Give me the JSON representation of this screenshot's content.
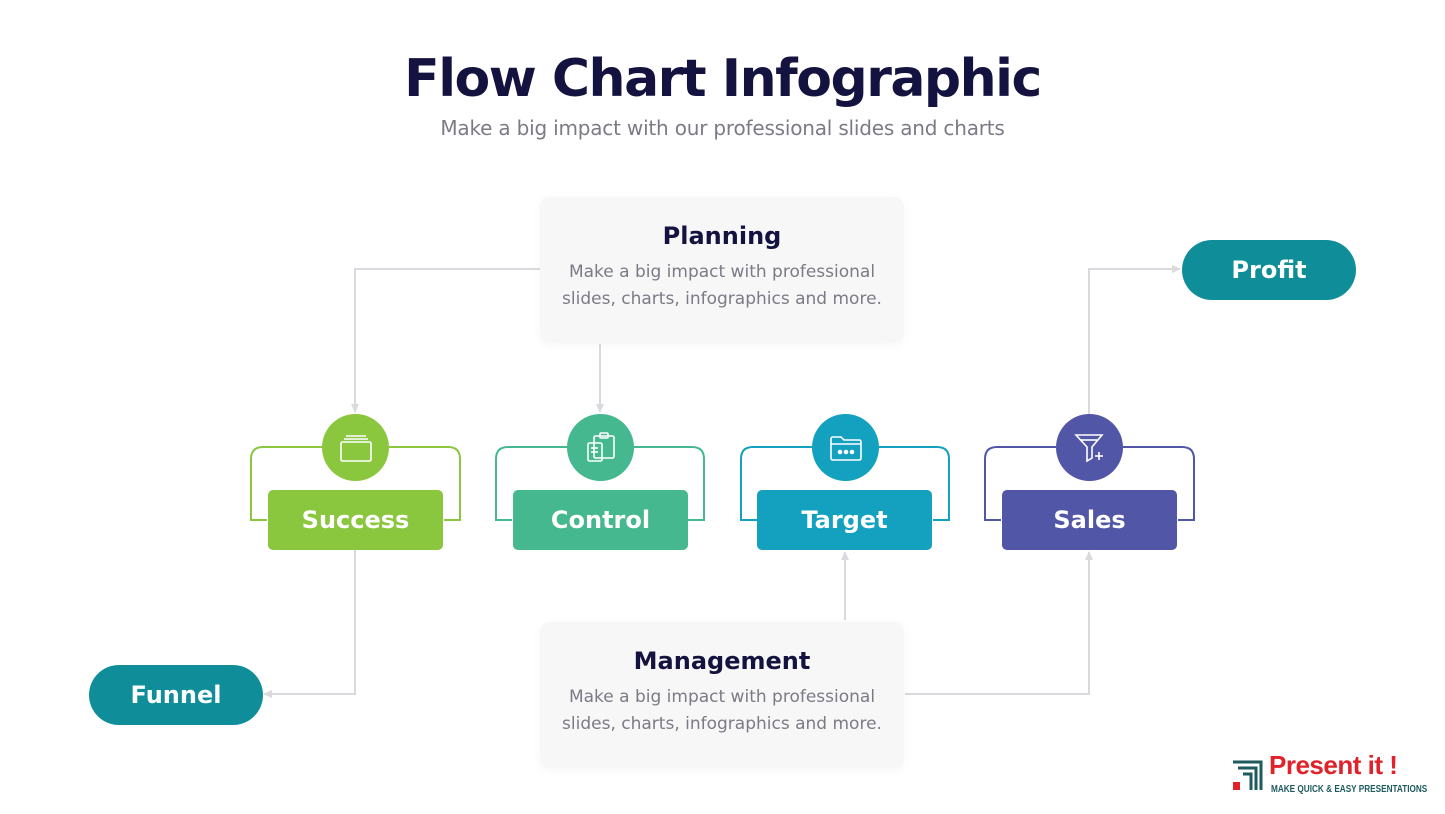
{
  "header": {
    "title": "Flow Chart Infographic",
    "subtitle": "Make a big impact with our professional slides and charts"
  },
  "cards": {
    "planning": {
      "title": "Planning",
      "text": "Make a big impact with professional slides, charts, infographics and more."
    },
    "management": {
      "title": "Management",
      "text": "Make a big impact with professional slides, charts, infographics and more."
    }
  },
  "steps": [
    {
      "label": "Success",
      "icon": "window-stack-icon",
      "color": "#8bc63f"
    },
    {
      "label": "Control",
      "icon": "clipboard-copy-icon",
      "color": "#45b88f"
    },
    {
      "label": "Target",
      "icon": "folder-dots-icon",
      "color": "#13a1bf"
    },
    {
      "label": "Sales",
      "icon": "funnel-plus-icon",
      "color": "#5156a6"
    }
  ],
  "outcomes": {
    "profit": "Profit",
    "funnel": "Funnel",
    "color": "#0f8e9a"
  },
  "connector_color": "#d9d9de",
  "logo": {
    "name": "Present it !",
    "tagline": "MAKE QUICK & EASY PRESENTATIONS",
    "brand_color": "#e0222a"
  }
}
